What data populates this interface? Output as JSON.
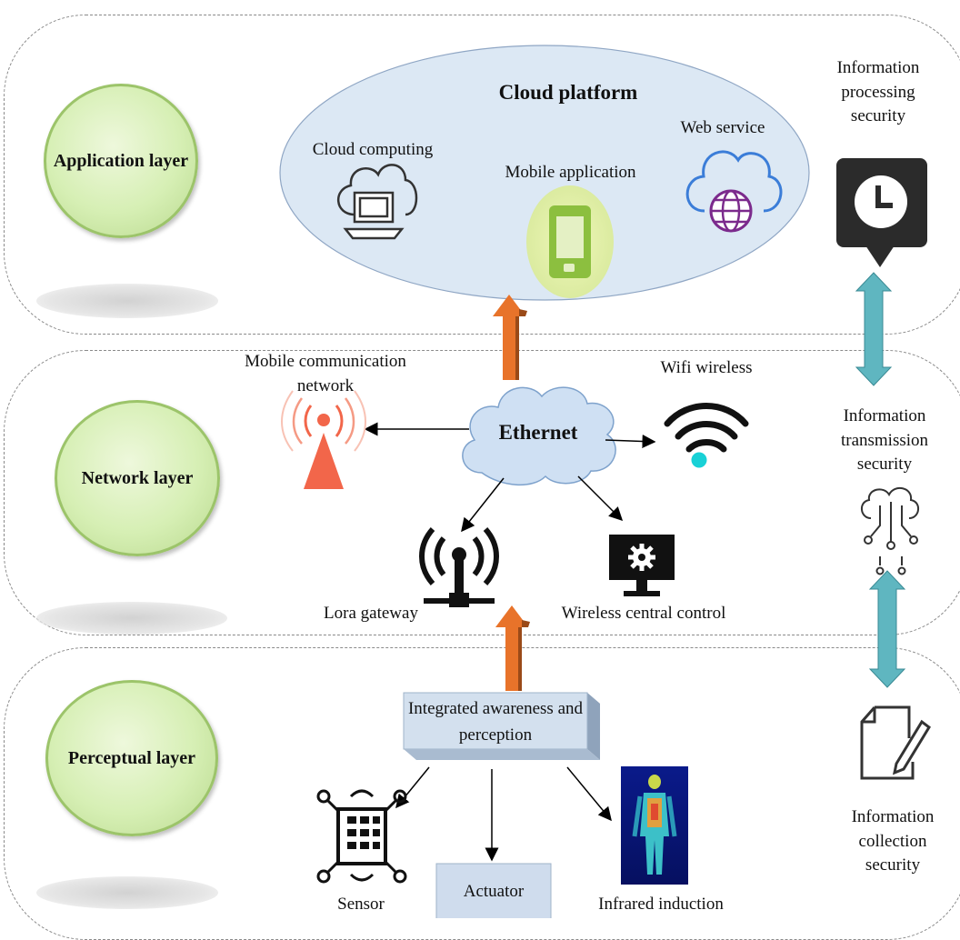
{
  "layers": {
    "application": "Application layer",
    "network": "Network layer",
    "perceptual": "Perceptual layer"
  },
  "application": {
    "cloud_platform": "Cloud platform",
    "cloud_computing": "Cloud computing",
    "mobile_application": "Mobile application",
    "web_service": "Web service"
  },
  "network": {
    "mobile_comm_line1": "Mobile communication",
    "mobile_comm_line2": "network",
    "ethernet": "Ethernet",
    "wifi": "Wifi wireless",
    "lora": "Lora gateway",
    "wireless_central": "Wireless central control"
  },
  "perceptual": {
    "integrated_line1": "Integrated awareness and",
    "integrated_line2": "perception",
    "sensor": "Sensor",
    "actuator": "Actuator",
    "infrared": "Infrared induction"
  },
  "security": {
    "processing": [
      "Information",
      "processing",
      "security"
    ],
    "transmission": [
      "Information",
      "transmission",
      "security"
    ],
    "collection": [
      "Information",
      "collection",
      "security"
    ]
  },
  "colors": {
    "layer_green": "#d6efb4",
    "cloud_blue": "#dce8f4",
    "orange_arrow": "#e8732a",
    "teal_arrow": "#5fb6c0",
    "mobile_green": "#8cbf3f",
    "web_purple": "#7b2a8c"
  }
}
